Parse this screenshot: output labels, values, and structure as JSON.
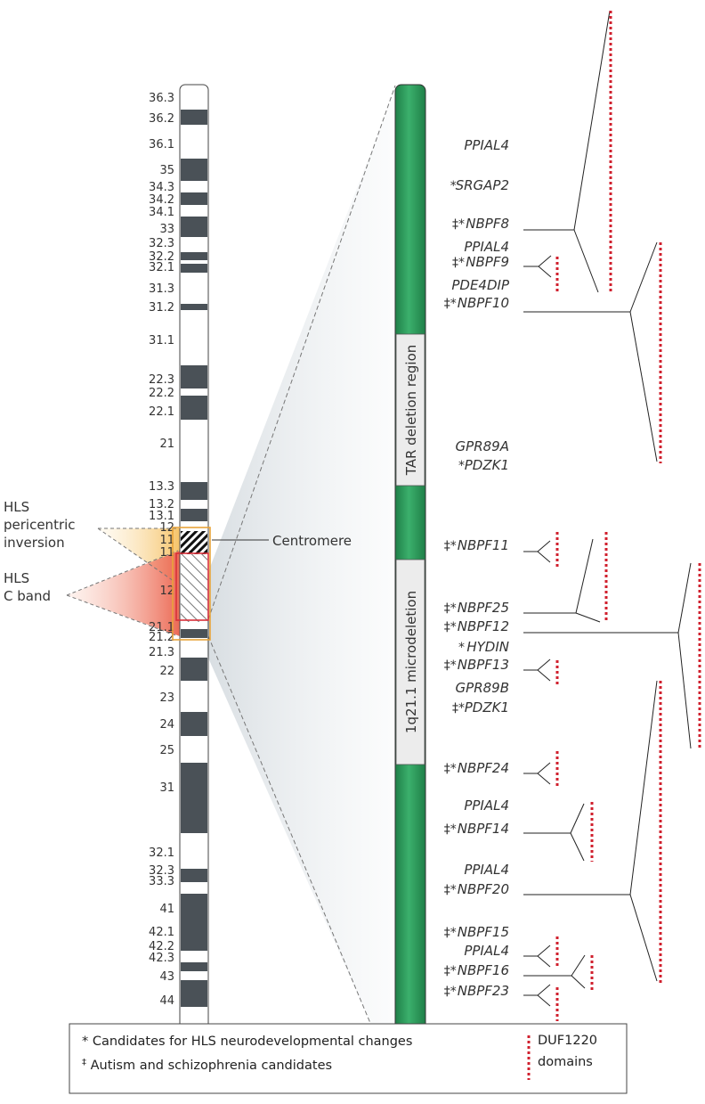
{
  "bands": [
    {
      "label": "36.3",
      "shade": "white"
    },
    {
      "label": "36.2",
      "shade": "dark"
    },
    {
      "label": "36.1",
      "shade": "white"
    },
    {
      "label": "35",
      "shade": "dark"
    },
    {
      "label": "34.3",
      "shade": "white"
    },
    {
      "label": "34.2",
      "shade": "dark"
    },
    {
      "label": "34.1",
      "shade": "white"
    },
    {
      "label": "33",
      "shade": "dark"
    },
    {
      "label": "32.3",
      "shade": "white"
    },
    {
      "label": "32.2",
      "shade": "dark"
    },
    {
      "label": "32.1",
      "shade": "white"
    },
    {
      "label": "31.3",
      "shade": "dark"
    },
    {
      "label": "31.2",
      "shade": "white"
    },
    {
      "label": "31.1",
      "shade": "dark"
    },
    {
      "label": "22.3",
      "shade": "white"
    },
    {
      "label": "22.2",
      "shade": "dark"
    },
    {
      "label": "22.1",
      "shade": "white"
    },
    {
      "label": "21",
      "shade": "dark"
    },
    {
      "label": "13.3",
      "shade": "white"
    },
    {
      "label": "13.2",
      "shade": "dark"
    },
    {
      "label": "13.1",
      "shade": "white"
    },
    {
      "label": "12",
      "shade": "dark"
    },
    {
      "label": "11",
      "shade": "centromere"
    },
    {
      "label": "11",
      "shade": "centromere"
    },
    {
      "label": "12",
      "shade": "heterochromatin"
    },
    {
      "label": "21.1",
      "shade": "white"
    },
    {
      "label": "21.2",
      "shade": "dark"
    },
    {
      "label": "21.3",
      "shade": "white"
    },
    {
      "label": "22",
      "shade": "dark"
    },
    {
      "label": "23",
      "shade": "white"
    },
    {
      "label": "24",
      "shade": "dark"
    },
    {
      "label": "25",
      "shade": "white"
    },
    {
      "label": "31",
      "shade": "dark"
    },
    {
      "label": "32.1",
      "shade": "white"
    },
    {
      "label": "32.3",
      "shade": "dark"
    },
    {
      "label": "33.3",
      "shade": "white"
    },
    {
      "label": "41",
      "shade": "dark"
    },
    {
      "label": "42.1",
      "shade": "white"
    },
    {
      "label": "42.2",
      "shade": "dark"
    },
    {
      "label": "42.3",
      "shade": "white"
    },
    {
      "label": "43",
      "shade": "dark"
    },
    {
      "label": "44",
      "shade": "white"
    }
  ],
  "region_labels": {
    "tar": "TAR deletion region",
    "microdeletion": "1q21.1 microdeletion"
  },
  "annotations": {
    "inversion": [
      "HLS",
      "pericentric",
      "inversion"
    ],
    "cband": [
      "HLS",
      "C band"
    ],
    "centromere": "Centromere"
  },
  "genes": [
    {
      "mark": "",
      "name": "PPIAL4"
    },
    {
      "mark": "*",
      "name": "SRGAP2"
    },
    {
      "mark": "‡*",
      "name": "NBPF8"
    },
    {
      "mark": "",
      "name": "PPIAL4"
    },
    {
      "mark": "‡*",
      "name": "NBPF9"
    },
    {
      "mark": "",
      "name": "PDE4DIP"
    },
    {
      "mark": "‡*",
      "name": "NBPF10"
    },
    {
      "mark": "",
      "name": "GPR89A"
    },
    {
      "mark": "*",
      "name": "PDZK1"
    },
    {
      "mark": "‡*",
      "name": "NBPF11"
    },
    {
      "mark": "‡*",
      "name": "NBPF25"
    },
    {
      "mark": "‡*",
      "name": "NBPF12"
    },
    {
      "mark": "*",
      "name": "HYDIN"
    },
    {
      "mark": "‡*",
      "name": "NBPF13"
    },
    {
      "mark": "",
      "name": "GPR89B"
    },
    {
      "mark": "‡*",
      "name": "PDZK1"
    },
    {
      "mark": "‡*",
      "name": "NBPF24"
    },
    {
      "mark": "",
      "name": "PPIAL4"
    },
    {
      "mark": "‡*",
      "name": "NBPF14"
    },
    {
      "mark": "",
      "name": "PPIAL4"
    },
    {
      "mark": "‡*",
      "name": "NBPF20"
    },
    {
      "mark": "‡*",
      "name": "NBPF15"
    },
    {
      "mark": "",
      "name": "PPIAL4"
    },
    {
      "mark": "‡*",
      "name": "NBPF16"
    },
    {
      "mark": "‡*",
      "name": "NBPF23"
    }
  ],
  "legend": {
    "line1_mark": "*",
    "line1_text": "Candidates for HLS neurodevelopmental changes",
    "line2_mark": "‡",
    "line2_text": "Autism and schizophrenia candidates",
    "duf_line1": "DUF1220",
    "duf_line2": "domains"
  },
  "colors": {
    "band_dark": "#4a5157",
    "green": "#2a9a5c",
    "duf_red": "#d0202e",
    "orange_box": "#e8a33a",
    "red_box": "#d8303a"
  }
}
